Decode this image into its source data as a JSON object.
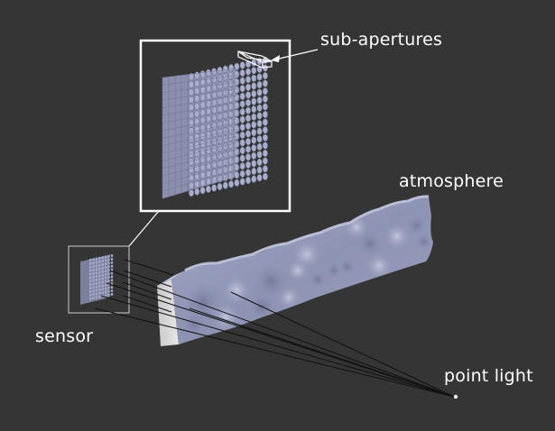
{
  "labels": {
    "sub_apertures": "sub-apertures",
    "atmosphere": "atmosphere",
    "sensor": "sensor",
    "point_light": "point light"
  },
  "colors": {
    "background": "#353535",
    "atmosphere_fill": "#8f94b4",
    "atmosphere_side": "#d8d8d8",
    "lenslet": "#9a9fc0",
    "frame": "#ffffff",
    "ray": "#000000"
  }
}
